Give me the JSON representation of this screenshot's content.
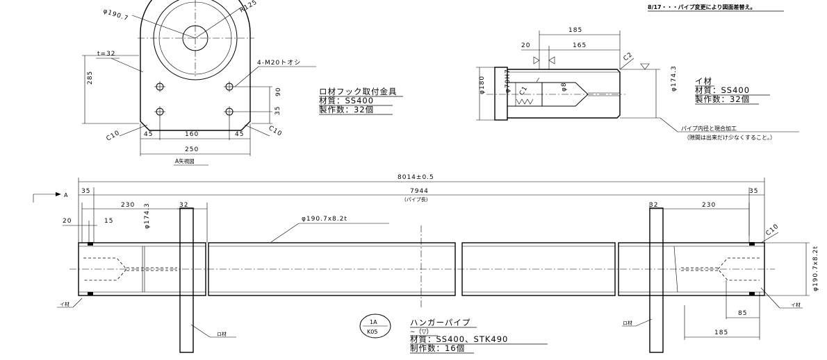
{
  "revision_note": "8/17・・・パイプ変更により図面差替え。",
  "view_a": {
    "dia_outer": "φ190.7",
    "radius": "R125",
    "thickness": "t=32",
    "holes": "4-M20トオシ",
    "height": "285",
    "v90": "90",
    "v35": "35",
    "c10_left": "C10",
    "c10_right": "C10",
    "w45_left": "45",
    "w160": "160",
    "w45_right": "45",
    "w250": "250",
    "view_label": "A矢視図"
  },
  "part_ro": {
    "name": "ロ材フック取付金具",
    "material": "材質：SS400",
    "quantity": "製作数：32個"
  },
  "plug_view": {
    "d185": "185",
    "d20": "20",
    "d165": "165",
    "c2": "C2",
    "c1": "C1",
    "d180": "φ180",
    "d70": "φ70H7",
    "d8": "φ8",
    "d174": "φ174.3"
  },
  "part_i": {
    "name": "イ材",
    "material": "材質：SS400",
    "quantity": "製作数：32個"
  },
  "fit_note": {
    "line1": "パイプ内径と現合加工",
    "line2": "（隙間は出来だけ少なくすること。）"
  },
  "main": {
    "arrow_label": "A",
    "total": "8014±0.5",
    "left_35": "35",
    "pipe_len": "7944",
    "pipe_len_label": "(パイプ長)",
    "right_35": "35",
    "left_230": "230",
    "left_32": "32",
    "right_32": "32",
    "right_230": "230",
    "left_20": "20",
    "left_15": "15",
    "left_174": "φ174.3",
    "pipe_spec": "φ190.7x8.2t",
    "c10": "C10",
    "right_dia": "φ190.7x8.2t",
    "i_left": "イ材",
    "ro_left": "ロ材",
    "ro_right": "ロ材",
    "i_right": "イ材",
    "d85": "85",
    "d185": "185"
  },
  "balloon": {
    "top": "1A",
    "bottom": "K05"
  },
  "hanger": {
    "name": "ハンガーパイプ",
    "finish": "∼（▽）",
    "material": "材質：SS400、STK490",
    "quantity": "制作数：16個"
  }
}
